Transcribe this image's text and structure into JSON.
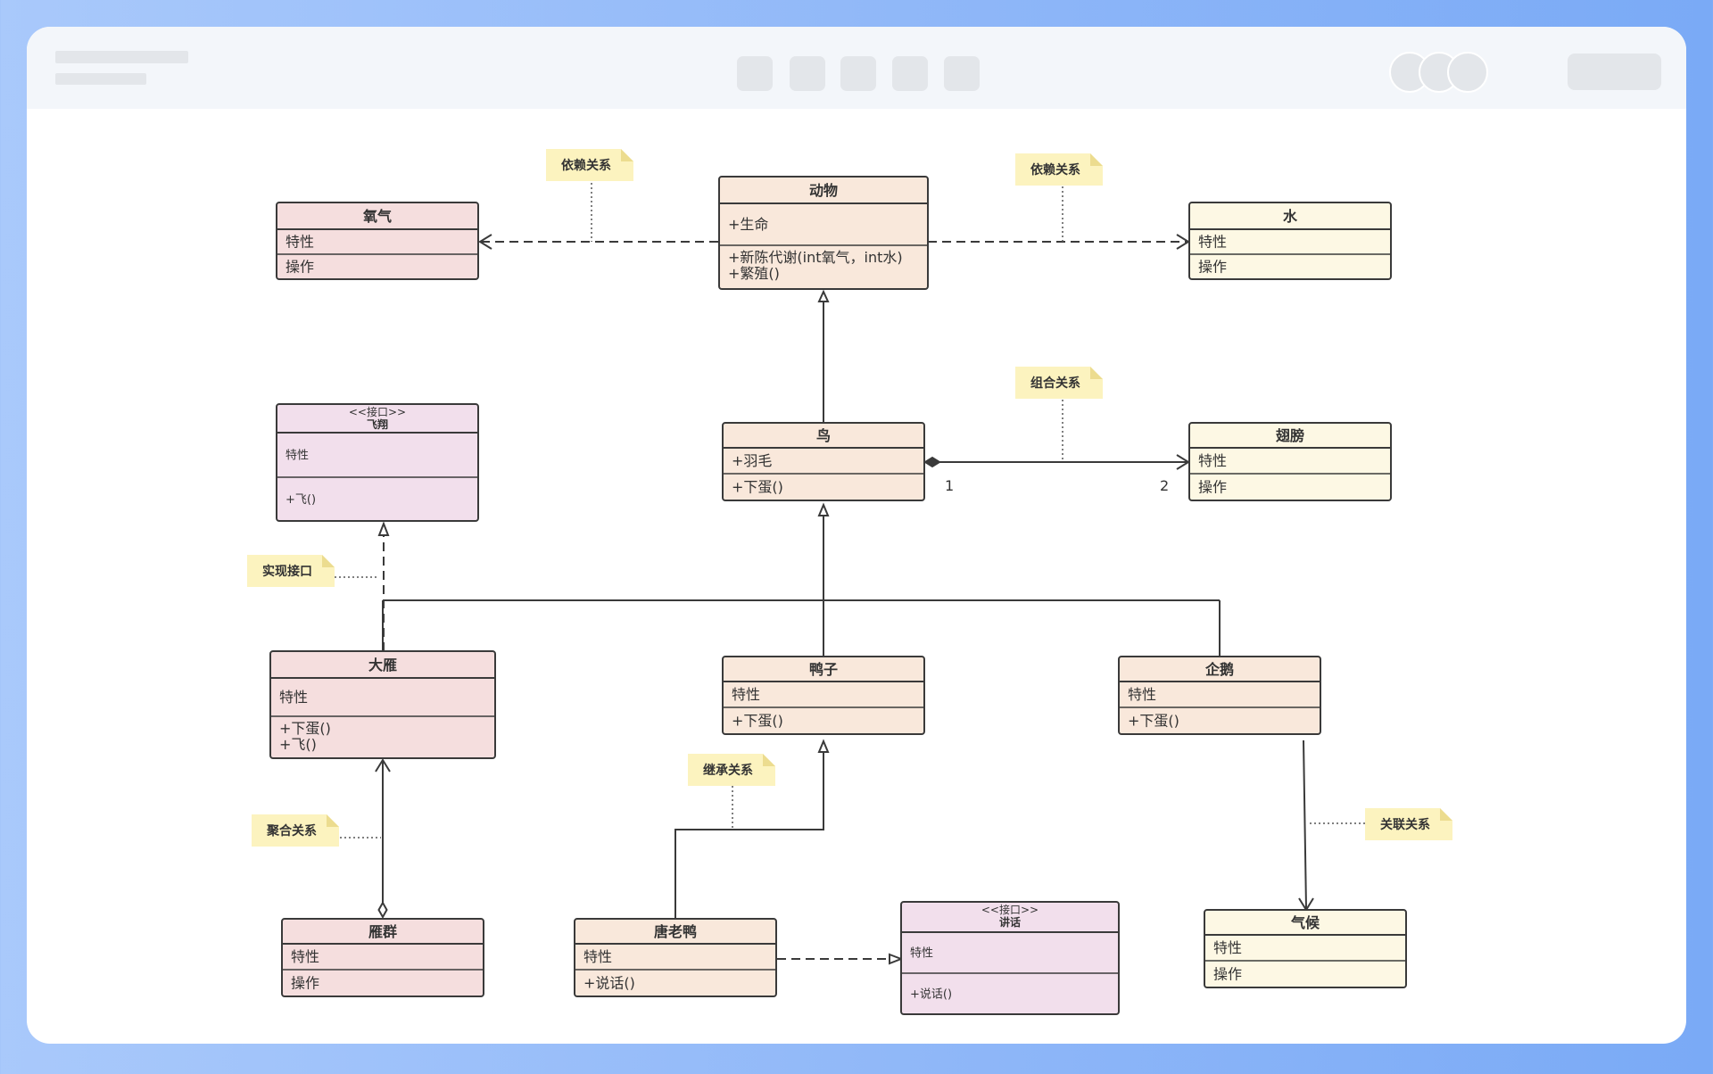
{
  "colors": {
    "frame": "#8fb7f8",
    "header_bg": "#f3f6fa",
    "placeholder": "#e3e6ea",
    "pink": "#f5dede",
    "peach": "#f9e8db",
    "cream": "#fdf8e4",
    "lavender": "#f2dfec",
    "note": "#fcf3bf",
    "note_fold": "#ecdc8f",
    "stroke": "#3a3a3a"
  },
  "classes": [
    {
      "key": "oxygen",
      "style": "pink",
      "title": "氧气",
      "attrs": [
        "特性"
      ],
      "ops": [
        "操作"
      ]
    },
    {
      "key": "animal",
      "style": "peach",
      "title": "动物",
      "attrs": [
        "+生命"
      ],
      "ops": [
        "+新陈代谢(int氧气，int水)",
        "+繁殖()"
      ]
    },
    {
      "key": "water",
      "style": "cream",
      "title": "水",
      "attrs": [
        "特性"
      ],
      "ops": [
        "操作"
      ]
    },
    {
      "key": "fly_iface",
      "style": "lavender",
      "stereotype": "<<接口>>",
      "title": "飞翔",
      "attrs": [
        "特性"
      ],
      "ops": [
        "+飞()"
      ]
    },
    {
      "key": "bird",
      "style": "peach",
      "title": "鸟",
      "attrs": [
        "+羽毛"
      ],
      "ops": [
        "+下蛋()"
      ]
    },
    {
      "key": "wing",
      "style": "cream",
      "title": "翅膀",
      "attrs": [
        "特性"
      ],
      "ops": [
        "操作"
      ]
    },
    {
      "key": "goose",
      "style": "pink",
      "title": "大雁",
      "attrs": [
        "特性"
      ],
      "ops": [
        "+下蛋()",
        "+飞()"
      ]
    },
    {
      "key": "duck",
      "style": "peach",
      "title": "鸭子",
      "attrs": [
        "特性"
      ],
      "ops": [
        "+下蛋()"
      ]
    },
    {
      "key": "penguin",
      "style": "peach",
      "title": "企鹅",
      "attrs": [
        "特性"
      ],
      "ops": [
        "+下蛋()"
      ]
    },
    {
      "key": "flock",
      "style": "pink",
      "title": "雁群",
      "attrs": [
        "特性"
      ],
      "ops": [
        "操作"
      ]
    },
    {
      "key": "donald",
      "style": "peach",
      "title": "唐老鸭",
      "attrs": [
        "特性"
      ],
      "ops": [
        "+说话()"
      ]
    },
    {
      "key": "talk_iface",
      "style": "lavender",
      "stereotype": "<<接口>>",
      "title": "讲话",
      "attrs": [
        "特性"
      ],
      "ops": [
        "+说话()"
      ]
    },
    {
      "key": "climate",
      "style": "cream",
      "title": "气候",
      "attrs": [
        "特性"
      ],
      "ops": [
        "操作"
      ]
    }
  ],
  "notes": [
    {
      "key": "dep_left",
      "text": "依赖关系"
    },
    {
      "key": "dep_right",
      "text": "依赖关系"
    },
    {
      "key": "composition",
      "text": "组合关系"
    },
    {
      "key": "realization",
      "text": "实现接口"
    },
    {
      "key": "inheritance",
      "text": "继承关系"
    },
    {
      "key": "aggregation",
      "text": "聚合关系"
    },
    {
      "key": "association",
      "text": "关联关系"
    }
  ],
  "multiplicities": [
    {
      "key": "bird_end",
      "text": "1"
    },
    {
      "key": "wing_end",
      "text": "2"
    }
  ]
}
